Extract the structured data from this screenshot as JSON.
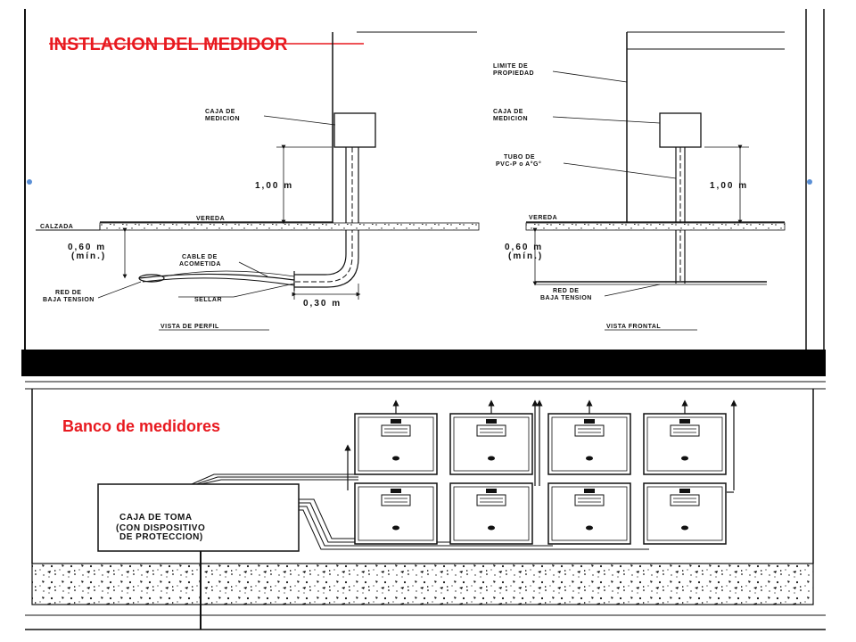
{
  "top": {
    "title": "INSTLACION DEL MEDIDOR",
    "profile": {
      "caja_medicion": [
        "CAJA DE",
        "MEDICION"
      ],
      "height_dim": "1,00  m",
      "vereda": "VEREDA",
      "calzada": "CALZADA",
      "depth_dim": [
        "0,60  m",
        "(mín.)"
      ],
      "cable": [
        "CABLE DE",
        "ACOMETIDA"
      ],
      "red": [
        "RED DE",
        "BAJA TENSION"
      ],
      "sellar": "SELLAR",
      "width_dim": "0,30  m",
      "caption": "VISTA DE PERFIL"
    },
    "front": {
      "limite": [
        "LIMITE DE",
        "PROPIEDAD"
      ],
      "caja_medicion": [
        "CAJA DE",
        "MEDICION"
      ],
      "tubo": [
        "TUBO DE",
        "PVC-P o A°G°"
      ],
      "height_dim": "1,00  m",
      "vereda": "VEREDA",
      "depth_dim": [
        "0,60  m",
        "(mín.)"
      ],
      "red": [
        "RED DE",
        "BAJA TENSION"
      ],
      "caption": "VISTA FRONTAL"
    }
  },
  "bottom": {
    "title": "Banco de medidores",
    "caja_toma": [
      "CAJA DE TOMA",
      "(CON DISPOSITIVO",
      "DE PROTECCION)"
    ]
  },
  "colors": {
    "accent": "#e8191f",
    "ink": "#111111"
  }
}
